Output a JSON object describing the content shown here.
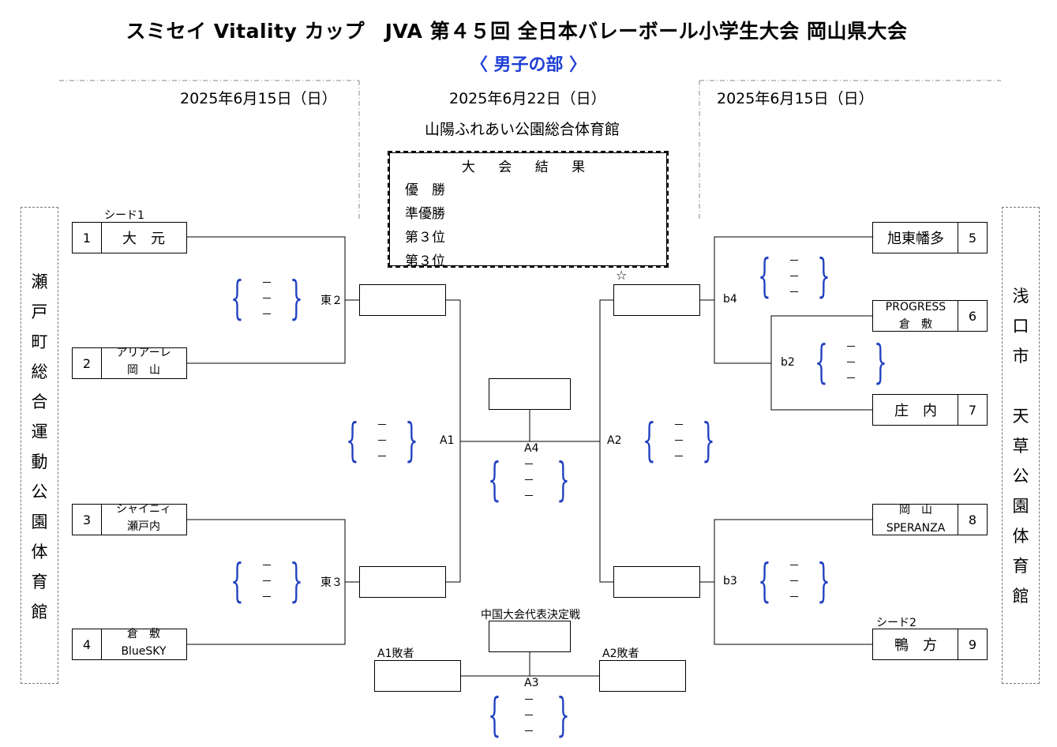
{
  "title": "スミセイ Vitality カップ　JVA 第４５回 全日本バレーボール小学生大会 岡山県大会",
  "subtitle": "〈 男子の部 〉",
  "dates": {
    "left": "2025年6月15日（日）",
    "center": "2025年6月22日（日）",
    "right": "2025年6月15日（日）"
  },
  "center_venue": "山陽ふれあい公園総合体育館",
  "results": {
    "heading": "大 会 結 果",
    "rows": [
      "優　勝",
      "準優勝",
      "第３位",
      "第３位"
    ]
  },
  "venues": {
    "left": [
      "瀬",
      "戸",
      "町",
      "総",
      "合",
      "運",
      "動",
      "公",
      "園",
      "体",
      "育",
      "館"
    ],
    "right": [
      "浅",
      "口",
      "市",
      "",
      "天",
      "草",
      "公",
      "園",
      "体",
      "育",
      "館"
    ]
  },
  "seeds": {
    "seed1": "シード1",
    "seed2": "シード2"
  },
  "teams": [
    {
      "no": "1",
      "line1": "大　元",
      "line2": ""
    },
    {
      "no": "2",
      "line1": "アリアーレ",
      "line2": "岡　山"
    },
    {
      "no": "3",
      "line1": "シャイニィ",
      "line2": "瀬戸内"
    },
    {
      "no": "4",
      "line1": "倉　敷",
      "line2": "BlueSKY"
    },
    {
      "no": "5",
      "line1": "旭東幡多",
      "line2": ""
    },
    {
      "no": "6",
      "line1": "PROGRESS",
      "line2": "倉　敷"
    },
    {
      "no": "7",
      "line1": "庄　内",
      "line2": ""
    },
    {
      "no": "8",
      "line1": "岡　山",
      "line2": "SPERANZA"
    },
    {
      "no": "9",
      "line1": "鴨　方",
      "line2": ""
    }
  ],
  "match_labels": {
    "e2": "東２",
    "e3": "東３",
    "a1": "A1",
    "a2": "A2",
    "a4": "A4",
    "a3": "A3",
    "b2": "b2",
    "b3": "b3",
    "b4": "b4",
    "a1_loser": "A1敗者",
    "a2_loser": "A2敗者",
    "chugoku": "中国大会代表決定戦",
    "star": "☆"
  },
  "score_dash": "－",
  "colors": {
    "brace": "#2040c0",
    "subtitle": "#1f3fd6"
  }
}
